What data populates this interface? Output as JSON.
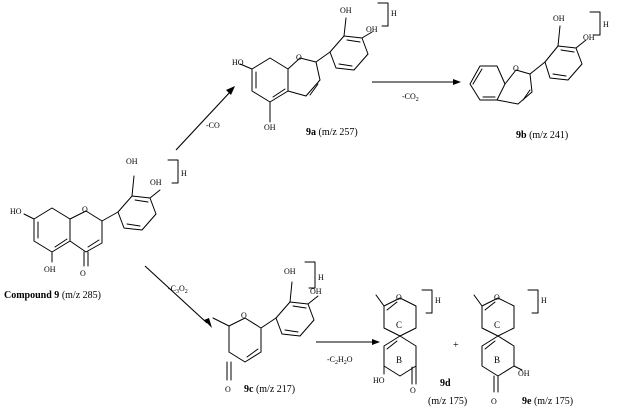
{
  "atoms": {
    "OH": "OH",
    "HO": "HO",
    "O": "O"
  },
  "charge_H": "H",
  "ring_labels": {
    "B": "B",
    "C": "C"
  },
  "plus": "+",
  "compounds": {
    "c9": {
      "bold": "Compound 9",
      "rest": " (m/z 285)"
    },
    "c9a": {
      "bold": "9a",
      "rest": " (m/z 257)"
    },
    "c9b": {
      "bold": "9b",
      "rest": " (m/z 241)"
    },
    "c9c": {
      "bold": "9c",
      "rest": " (m/z 217)"
    },
    "c9d": {
      "bold": "9d",
      "rest": "(m/z 175)"
    },
    "c9e": {
      "bold": "9e",
      "rest": " (m/z 175)"
    }
  },
  "losses": {
    "co": {
      "base": "-CO"
    },
    "co2": {
      "base": "-CO",
      "sub": "2"
    },
    "c3o2": {
      "base": "-C",
      "sub": "3",
      "mid": "O",
      "sub2": "2"
    },
    "c2h2o": {
      "base": "-C",
      "sub": "2",
      "mid": "H",
      "sub2": "2",
      "tail": "O"
    }
  }
}
